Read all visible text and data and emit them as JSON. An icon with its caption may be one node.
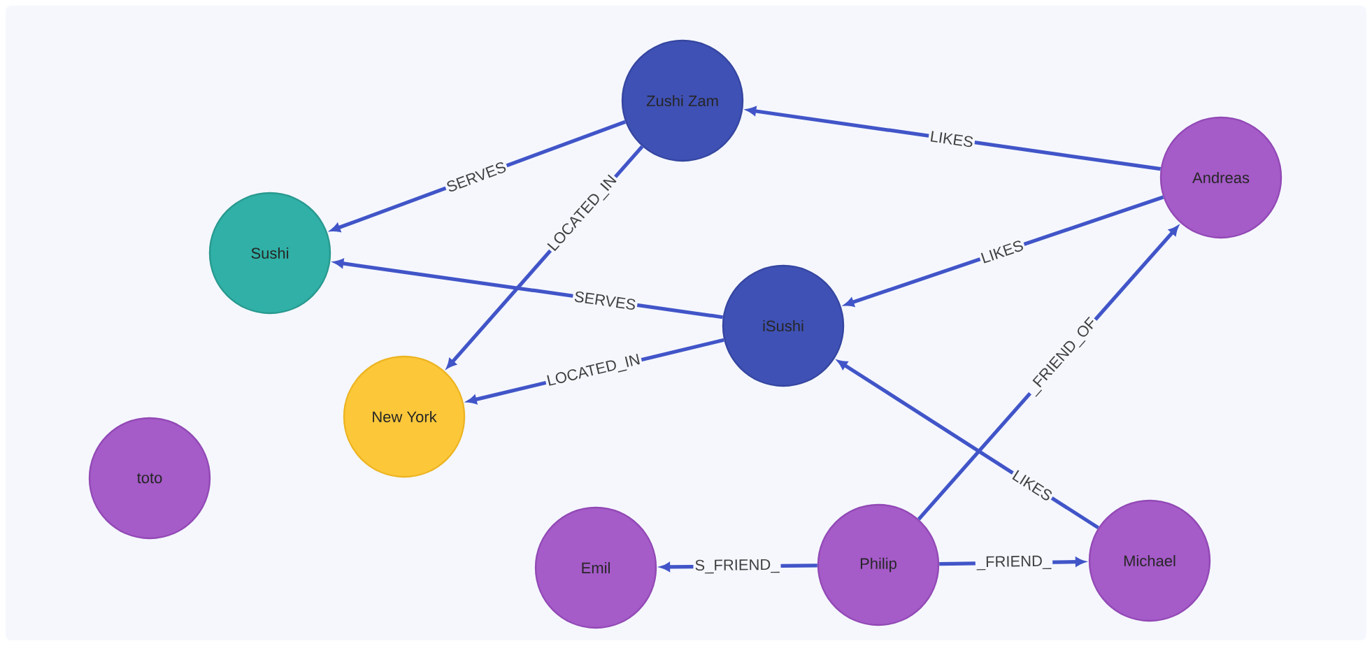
{
  "diagram": {
    "nodes": [
      {
        "text": [
          "Zushi Zam"
        ]
      },
      {
        "text": [
          "Andreas"
        ]
      },
      {
        "text": [
          "Sushi"
        ]
      },
      {
        "text": [
          "iSushi"
        ]
      },
      {
        "text": [
          "New York"
        ]
      },
      {
        "text": [
          "toto"
        ]
      },
      {
        "text": [
          "Emil"
        ]
      },
      {
        "text": [
          "Philip"
        ]
      },
      {
        "text": [
          "Michael"
        ]
      }
    ],
    "edges": [
      {
        "from": 0,
        "to": 2,
        "arrow": "to",
        "label": "SERVES"
      },
      {
        "from": 0,
        "to": 4,
        "arrow": "to",
        "label": "LOCATED_IN"
      },
      {
        "from": 1,
        "to": 0,
        "arrow": "to",
        "label": "LIKES"
      },
      {
        "from": 1,
        "to": 3,
        "arrow": "to",
        "label": "LIKES"
      },
      {
        "from": 3,
        "to": 2,
        "arrow": "to",
        "label": "SERVES"
      },
      {
        "from": 3,
        "to": 4,
        "arrow": "to",
        "label": "LOCATED_IN"
      },
      {
        "from": 7,
        "to": 1,
        "arrow": "to",
        "label": "_FRIEND_OF"
      },
      {
        "from": 8,
        "to": 3,
        "arrow": "to",
        "label": "LIKES"
      },
      {
        "from": 7,
        "to": 6,
        "arrow": "to",
        "label": "S_FRIEND_"
      },
      {
        "from": 7,
        "to": 8,
        "arrow": "to",
        "label": "_FRIEND_"
      }
    ]
  }
}
